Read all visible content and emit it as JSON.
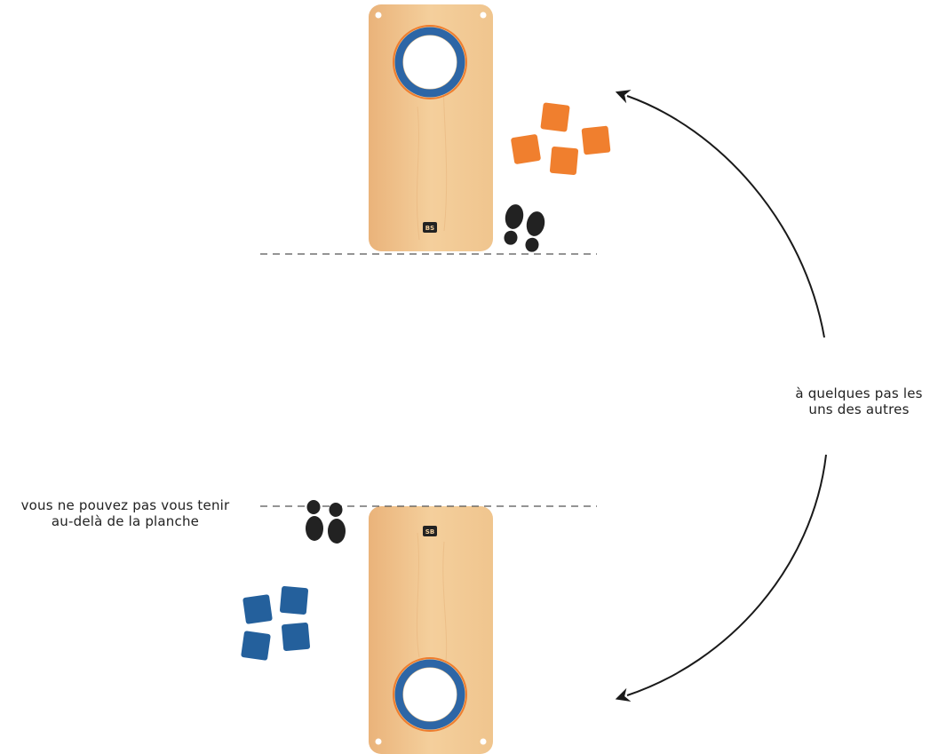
{
  "colors": {
    "board_light": "#f4cf9c",
    "board_dark": "#eab37a",
    "hole_ring_blue": "#2d66a6",
    "hole_ring_orange": "#ee7d2e",
    "bag_orange": "#f07f2e",
    "bag_blue": "#24609c",
    "footprint": "#222222",
    "arrow": "#1a1a1a",
    "foul_line": "#555555"
  },
  "boards": {
    "top": {
      "logo": "BS"
    },
    "bottom": {
      "logo": "SB"
    }
  },
  "annotations": {
    "distance_line1": "à quelques pas les",
    "distance_line2": "uns des autres",
    "stand_line1": "vous ne pouvez pas vous tenir",
    "stand_line2": "au-delà de la planche"
  },
  "icons": {
    "footprints": "footprints-icon",
    "bean_bag": "bean-bag-icon",
    "arrow": "curved-arrow-icon"
  }
}
